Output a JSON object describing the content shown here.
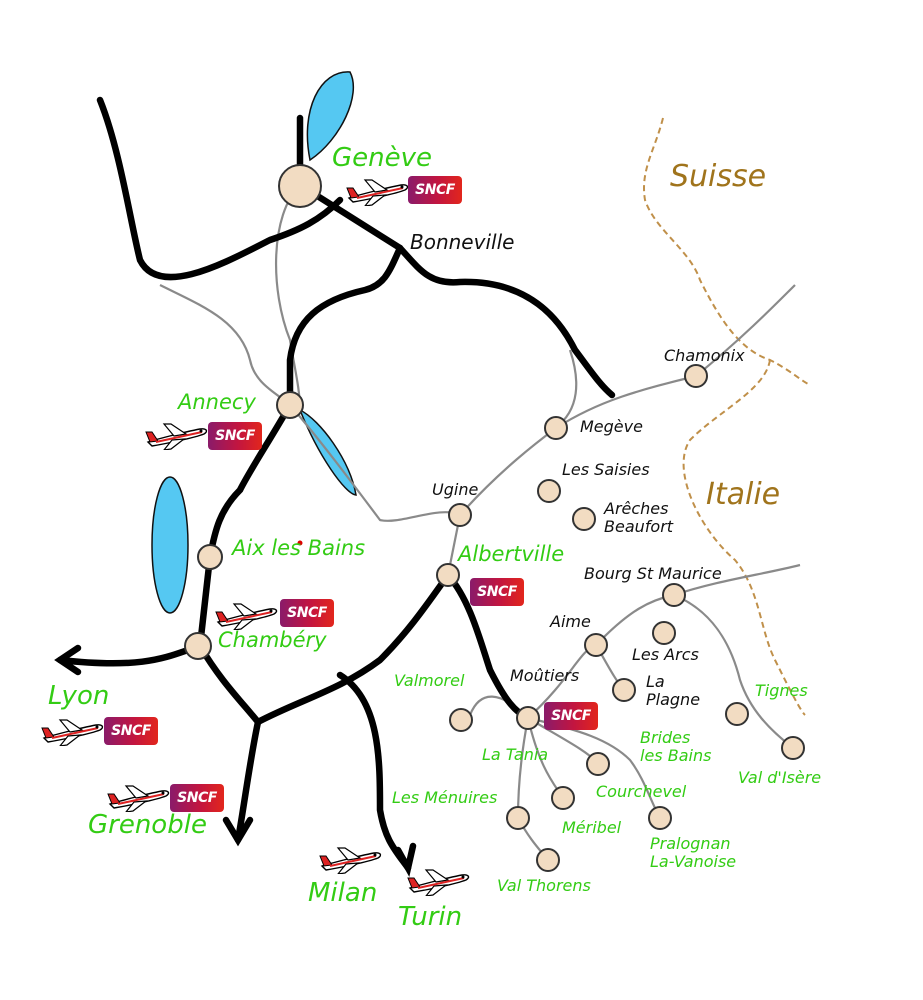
{
  "countries": {
    "switzerland": "Suisse",
    "italy": "Italie"
  },
  "cities": {
    "geneve": "Genève",
    "annecy": "Annecy",
    "aix": "Aix les Bains",
    "chambery": "Chambéry",
    "albertville": "Albertville",
    "lyon": "Lyon",
    "grenoble": "Grenoble",
    "milan": "Milan",
    "turin": "Turin"
  },
  "towns": {
    "bonneville": "Bonneville",
    "chamonix": "Chamonix",
    "megeve": "Megève",
    "ugine": "Ugine",
    "saisies": "Les Saisies",
    "areches": "Arêches\nBeaufort",
    "bourg": "Bourg St Maurice",
    "aime": "Aime",
    "moutiers": "Moûtiers",
    "arcs": "Les Arcs",
    "plagne": "La\nPlagne"
  },
  "resorts": {
    "valmorel": "Valmorel",
    "tania": "La Tania",
    "brides": "Brides\nles Bains",
    "tignes": "Tignes",
    "valdisere": "Val d'Isère",
    "menuires": "Les Ménuires",
    "courchevel": "Courchevel",
    "meribel": "Méribel",
    "pralognan": "Pralognan\nLa-Vanoise",
    "valthorens": "Val Thorens"
  },
  "badges": {
    "sncf": "SNCF"
  },
  "icons": {
    "station": "station-dot-icon",
    "airport": "airplane-icon",
    "rail": "sncf-logo-icon"
  },
  "colors": {
    "major_road": "#000000",
    "minor_road": "#888888",
    "lake": "#4fc3f7",
    "station": "#f2dcc2",
    "city_text": "#33cc14",
    "border": "#c0904a"
  }
}
